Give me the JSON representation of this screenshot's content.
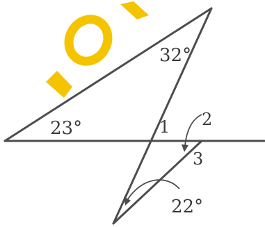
{
  "colors": {
    "line": "#4d4d4d",
    "text": "#3a3a3a",
    "watermark": "#f5c400"
  },
  "labels": {
    "angle_top": "32°",
    "angle_left": "23°",
    "angle_bottom": "22°",
    "point_1": "1",
    "point_2": "2",
    "point_3": "3"
  }
}
